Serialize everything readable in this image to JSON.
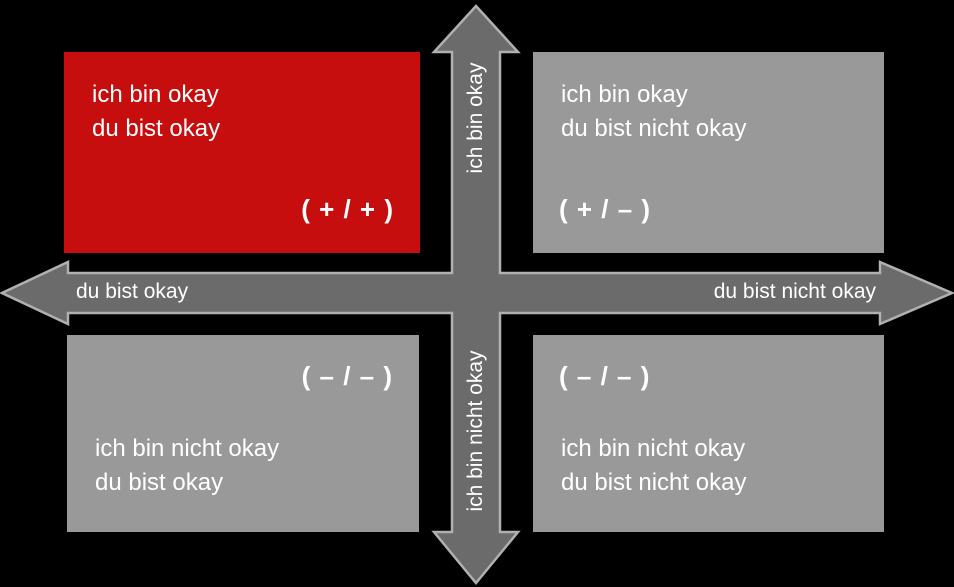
{
  "colors": {
    "background": "#000000",
    "quadrant_red": "#C60E0E",
    "quadrant_gray": "#999999",
    "arrow_fill": "#6B6B6B",
    "arrow_stroke": "#B0B0B0",
    "text": "#FFFFFF"
  },
  "axes": {
    "vertical_top": "ich bin okay",
    "vertical_bottom": "ich bin nicht okay",
    "horizontal_left": "du bist okay",
    "horizontal_right": "du bist nicht okay"
  },
  "quadrants": {
    "top_left": {
      "line1": "ich bin okay",
      "line2": "du bist okay",
      "sign": "( + / + )"
    },
    "top_right": {
      "line1": "ich bin okay",
      "line2": "du bist nicht okay",
      "sign": "( + / – )"
    },
    "bottom_left": {
      "line1": "ich bin nicht okay",
      "line2": "du bist okay",
      "sign": "( – / – )"
    },
    "bottom_right": {
      "line1": "ich bin nicht okay",
      "line2": "du bist nicht okay",
      "sign": "( – / – )"
    }
  }
}
